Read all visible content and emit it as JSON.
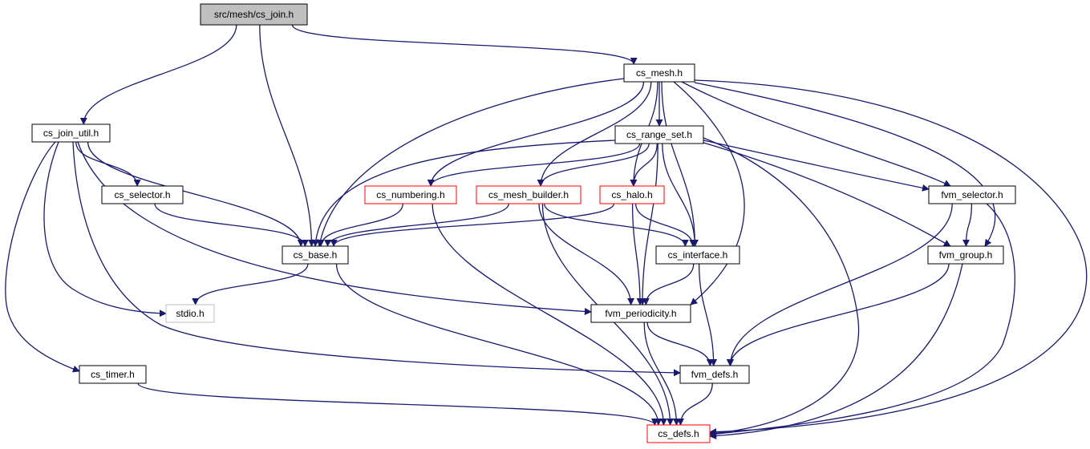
{
  "colors": {
    "edge": "#191970",
    "normal_border": "#000000",
    "missing_border": "#bfbfbf",
    "partial_border": "#ff0000",
    "root_fill": "#bfbfbf",
    "fill": "#ffffff",
    "muted_text": "#808080"
  },
  "nodes": [
    {
      "id": "root",
      "label": "src/mesh/cs_join.h",
      "kind": "root"
    },
    {
      "id": "cs_mesh",
      "label": "cs_mesh.h",
      "kind": "normal"
    },
    {
      "id": "cs_join_util",
      "label": "cs_join_util.h",
      "kind": "normal"
    },
    {
      "id": "cs_range_set",
      "label": "cs_range_set.h",
      "kind": "normal"
    },
    {
      "id": "cs_selector",
      "label": "cs_selector.h",
      "kind": "normal"
    },
    {
      "id": "cs_numbering",
      "label": "cs_numbering.h",
      "kind": "partial"
    },
    {
      "id": "cs_mesh_builder",
      "label": "cs_mesh_builder.h",
      "kind": "partial"
    },
    {
      "id": "cs_halo",
      "label": "cs_halo.h",
      "kind": "partial"
    },
    {
      "id": "fvm_selector",
      "label": "fvm_selector.h",
      "kind": "normal"
    },
    {
      "id": "cs_base",
      "label": "cs_base.h",
      "kind": "normal"
    },
    {
      "id": "cs_interface",
      "label": "cs_interface.h",
      "kind": "normal"
    },
    {
      "id": "fvm_group",
      "label": "fvm_group.h",
      "kind": "normal"
    },
    {
      "id": "stdio",
      "label": "stdio.h",
      "kind": "missing"
    },
    {
      "id": "fvm_periodicity",
      "label": "fvm_periodicity.h",
      "kind": "normal"
    },
    {
      "id": "cs_timer",
      "label": "cs_timer.h",
      "kind": "normal"
    },
    {
      "id": "fvm_defs",
      "label": "fvm_defs.h",
      "kind": "normal"
    },
    {
      "id": "cs_defs",
      "label": "cs_defs.h",
      "kind": "partial"
    }
  ],
  "edges": [
    [
      "root",
      "cs_mesh"
    ],
    [
      "root",
      "cs_join_util"
    ],
    [
      "root",
      "cs_base"
    ],
    [
      "cs_mesh",
      "cs_range_set"
    ],
    [
      "cs_mesh",
      "cs_base"
    ],
    [
      "cs_mesh",
      "cs_numbering"
    ],
    [
      "cs_mesh",
      "cs_mesh_builder"
    ],
    [
      "cs_mesh",
      "cs_halo"
    ],
    [
      "cs_mesh",
      "cs_interface"
    ],
    [
      "cs_mesh",
      "fvm_periodicity"
    ],
    [
      "cs_mesh",
      "fvm_selector"
    ],
    [
      "cs_mesh",
      "fvm_group"
    ],
    [
      "cs_mesh",
      "cs_defs"
    ],
    [
      "cs_join_util",
      "cs_selector"
    ],
    [
      "cs_join_util",
      "cs_base"
    ],
    [
      "cs_join_util",
      "stdio"
    ],
    [
      "cs_join_util",
      "fvm_periodicity"
    ],
    [
      "cs_join_util",
      "fvm_defs"
    ],
    [
      "cs_join_util",
      "cs_timer"
    ],
    [
      "cs_range_set",
      "cs_base"
    ],
    [
      "cs_range_set",
      "cs_numbering"
    ],
    [
      "cs_range_set",
      "cs_mesh_builder"
    ],
    [
      "cs_range_set",
      "cs_halo"
    ],
    [
      "cs_range_set",
      "cs_interface"
    ],
    [
      "cs_range_set",
      "fvm_periodicity"
    ],
    [
      "cs_range_set",
      "fvm_selector"
    ],
    [
      "cs_range_set",
      "fvm_group"
    ],
    [
      "cs_range_set",
      "cs_defs"
    ],
    [
      "cs_selector",
      "cs_base"
    ],
    [
      "cs_numbering",
      "cs_base"
    ],
    [
      "cs_numbering",
      "cs_defs"
    ],
    [
      "cs_mesh_builder",
      "cs_base"
    ],
    [
      "cs_mesh_builder",
      "cs_interface"
    ],
    [
      "cs_mesh_builder",
      "fvm_periodicity"
    ],
    [
      "cs_mesh_builder",
      "cs_defs"
    ],
    [
      "cs_halo",
      "cs_base"
    ],
    [
      "cs_halo",
      "cs_interface"
    ],
    [
      "cs_halo",
      "fvm_periodicity"
    ],
    [
      "fvm_selector",
      "fvm_group"
    ],
    [
      "fvm_selector",
      "fvm_defs"
    ],
    [
      "fvm_selector",
      "cs_defs"
    ],
    [
      "cs_base",
      "stdio"
    ],
    [
      "cs_base",
      "cs_defs"
    ],
    [
      "cs_interface",
      "fvm_periodicity"
    ],
    [
      "cs_interface",
      "fvm_defs"
    ],
    [
      "fvm_group",
      "fvm_defs"
    ],
    [
      "fvm_group",
      "cs_defs"
    ],
    [
      "fvm_periodicity",
      "fvm_defs"
    ],
    [
      "fvm_periodicity",
      "cs_defs"
    ],
    [
      "cs_timer",
      "cs_defs"
    ],
    [
      "fvm_defs",
      "cs_defs"
    ]
  ]
}
